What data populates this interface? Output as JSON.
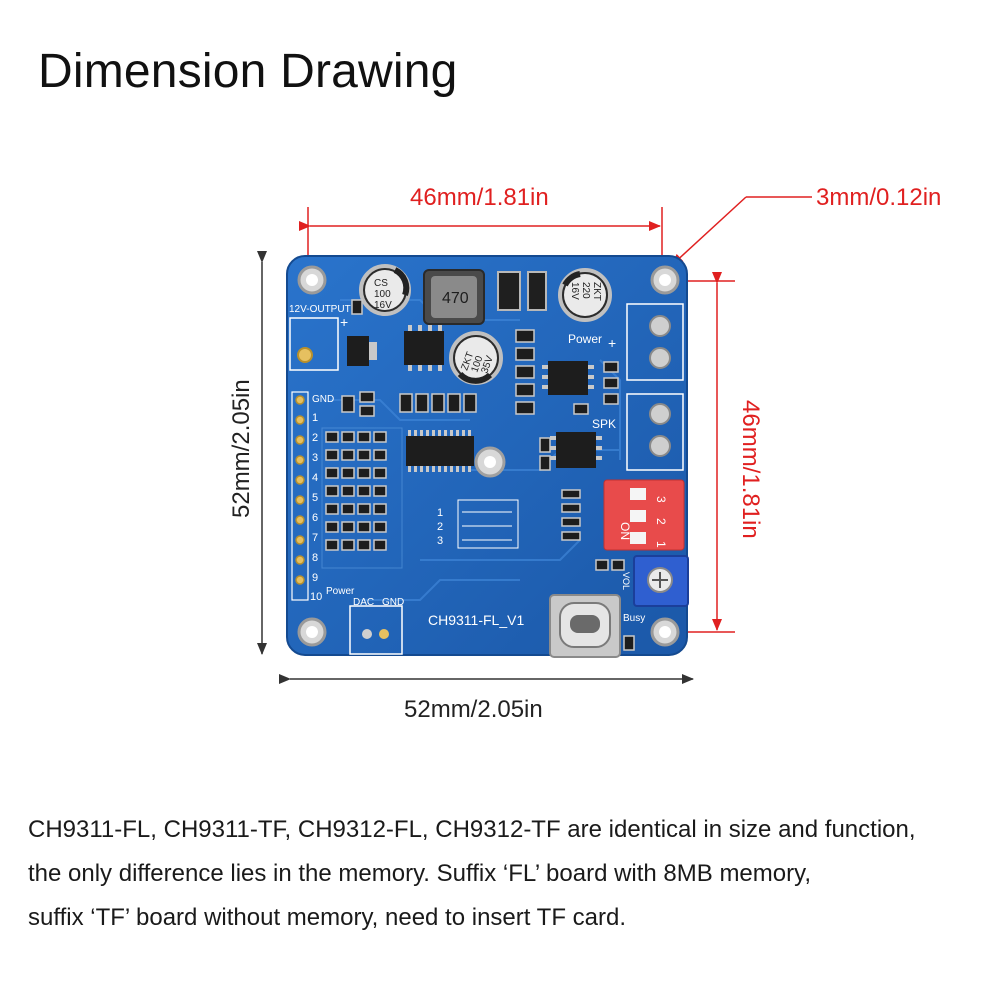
{
  "title": "Dimension Drawing",
  "dimensions": {
    "top_width": "46mm/1.81in",
    "hole_diameter": "3mm/0.12in",
    "left_height": "52mm/2.05in",
    "right_height": "46mm/1.81in",
    "bottom_width": "52mm/2.05in"
  },
  "board": {
    "label_12v": "12V-OUTPUT",
    "label_power": "Power",
    "label_spk": "SPK",
    "label_gnd": "GND",
    "label_dac": "DAC",
    "label_gnd2": "GND",
    "label_power2": "Power",
    "label_busy": "Busy",
    "label_vol": "VOL",
    "label_on": "ON",
    "model": "CH9311-FL_V1",
    "inductor": "470",
    "cap1": [
      "CS",
      "100",
      "16V"
    ],
    "cap2": [
      "ZKT",
      "220",
      "16V"
    ],
    "cap3": [
      "ZKT",
      "100",
      "35V"
    ],
    "pins": [
      "1",
      "2",
      "3",
      "4",
      "5",
      "6",
      "7",
      "8",
      "9",
      "10"
    ],
    "dip_numbers": [
      "1",
      "2",
      "3"
    ],
    "table_header": [
      "1",
      "2",
      "3"
    ]
  },
  "colors": {
    "accent": "#e02020",
    "board": "#1e63b8",
    "switch": "#e84b4b"
  },
  "description": [
    "CH9311-FL, CH9311-TF, CH9312-FL, CH9312-TF are identical in size and function,",
    "the only difference lies in the memory. Suffix ‘FL’ board with 8MB memory,",
    "suffix ‘TF’ board without memory, need to insert TF card."
  ]
}
